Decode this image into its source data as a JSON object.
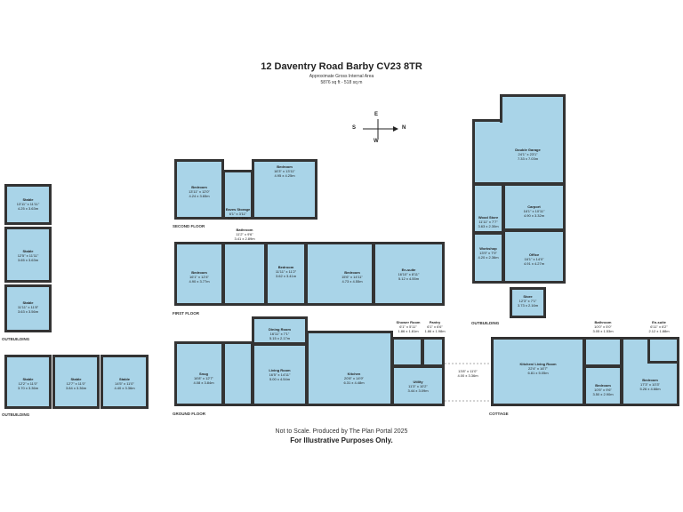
{
  "header": {
    "address": "12 Daventry Road Barby CV23 8TR",
    "area_label": "Approximate Gross Internal Area",
    "area_value": "5876 sq ft - 518 sq m"
  },
  "compass": {
    "north": "N",
    "south": "S",
    "east": "E",
    "west": "W"
  },
  "floor_labels": {
    "second": "SECOND FLOOR",
    "first": "FIRST FLOOR",
    "ground": "GROUND FLOOR",
    "outbuilding_1": "OUTBUILDING",
    "outbuilding_2": "OUTBUILDING",
    "outbuilding_3": "OUTBUILDING",
    "cottage": "COTTAGE"
  },
  "rooms": {
    "stable1": {
      "name": "Stable",
      "dims": "13'11\" x 11'11\"",
      "metric": "4.25 x 3.63m"
    },
    "stable2": {
      "name": "Stable",
      "dims": "12'5\" x 11'11\"",
      "metric": "3.65 x 3.63m"
    },
    "stable3": {
      "name": "Stable",
      "dims": "11'11\" x 11'8\"",
      "metric": "3.63 x 3.56m"
    },
    "stable4": {
      "name": "Stable",
      "dims": "12'2\" x 11'0\"",
      "metric": "3.70 x 3.36m"
    },
    "stable5": {
      "name": "Stable",
      "dims": "12'7\" x 11'0\"",
      "metric": "3.84 x 3.36m"
    },
    "stable6": {
      "name": "Stable",
      "dims": "14'5\" x 11'0\"",
      "metric": "4.40 x 3.36m"
    },
    "sf_bed1": {
      "name": "Bedroom",
      "dims": "13'11\" x 12'0\"",
      "metric": "4.24 x 3.65m"
    },
    "sf_bed2": {
      "name": "Bedroom",
      "dims": "16'3\" x 13'11\"",
      "metric": "4.95 x 4.25m"
    },
    "eaves": {
      "name": "Eaves Storage",
      "dims": "6'1\" x 3'11\"",
      "metric": "1.85 x 1.19m"
    },
    "ff_bed1": {
      "name": "Bedroom",
      "dims": "16'1\" x 12'4\"",
      "metric": "4.90 x 3.77m"
    },
    "ff_bath": {
      "name": "Bathroom",
      "dims": "11'2\" x 9'6\"",
      "metric": "3.41 x 2.89m"
    },
    "ff_bed2": {
      "name": "Bedroom",
      "dims": "11'11\" x 11'2\"",
      "metric": "3.62 x 3.41m"
    },
    "ff_bed3": {
      "name": "Bedroom",
      "dims": "15'6\" x 14'11\"",
      "metric": "4.73 x 4.55m"
    },
    "ff_ensuite": {
      "name": "En-suite",
      "dims": "16'10\" x 8'11\"",
      "metric": "5.12 x 4.55m"
    },
    "snug": {
      "name": "Snug",
      "dims": "16'8\" x 12'7\"",
      "metric": "4.08 x 3.84m"
    },
    "dining": {
      "name": "Dining Room",
      "dims": "16'11\" x 7'1\"",
      "metric": "5.15 x 2.17m"
    },
    "living": {
      "name": "Living Room",
      "dims": "16'5\" x 14'11\"",
      "metric": "5.00 x 4.54m"
    },
    "kitchen": {
      "name": "Kitchen",
      "dims": "20'8\" x 14'9\"",
      "metric": "6.31 x 4.48m"
    },
    "shower": {
      "name": "Shower Room",
      "dims": "6'1\" x 5'11\"",
      "metric": "1.86 x 1.81m"
    },
    "pantry": {
      "name": "Pantry",
      "dims": "6'1\" x 6'6\"",
      "metric": "1.86 x 1.98m"
    },
    "utility": {
      "name": "Utility",
      "dims": "11'3\" x 10'2\"",
      "metric": "3.44 x 3.09m"
    },
    "passage": {
      "dims": "13'8\" x 11'0\"",
      "metric": "4.00 x 3.36m"
    },
    "garage": {
      "name": "Double Garage",
      "dims": "24'1\" x 23'1\"",
      "metric": "7.33 x 7.03m"
    },
    "carport": {
      "name": "Carport",
      "dims": "16'1\" x 10'11\"",
      "metric": "4.90 x 3.32m"
    },
    "woodstore": {
      "name": "Wood Store",
      "dims": "11'11\" x 7'7\"",
      "metric": "3.63 x 2.30m"
    },
    "workshop": {
      "name": "Workshop",
      "dims": "13'9\" x 7'9\"",
      "metric": "4.20 x 2.36m"
    },
    "office": {
      "name": "Office",
      "dims": "16'1\" x 14'0\"",
      "metric": "4.91 x 4.27m"
    },
    "store": {
      "name": "Store",
      "dims": "12'3\" x 7'1\"",
      "metric": "3.73 x 2.16m"
    },
    "kitliv": {
      "name": "Kitchen/ Living Room",
      "dims": "22'4\" x 16'7\"",
      "metric": "6.81 x 5.05m"
    },
    "c_bath": {
      "name": "Bathroom",
      "dims": "10'0\" x 5'0\"",
      "metric": "3.05 x 1.53m"
    },
    "c_bed1": {
      "name": "Bedroom",
      "dims": "10'5\" x 9'6\"",
      "metric": "3.50 x 2.90m"
    },
    "c_ensuite": {
      "name": "En-suite",
      "dims": "6'11\" x 6'2\"",
      "metric": "2.12 x 1.88m"
    },
    "c_bed2": {
      "name": "Bedroom",
      "dims": "17'3\" x 10'3\"",
      "metric": "5.26 x 4.66m"
    }
  },
  "footer": {
    "line1": "Not to Scale. Produced by The Plan Portal 2025",
    "line2": "For Illustrative Purposes Only."
  },
  "colors": {
    "room_fill": "#a9d4e8",
    "wall": "#333333"
  }
}
